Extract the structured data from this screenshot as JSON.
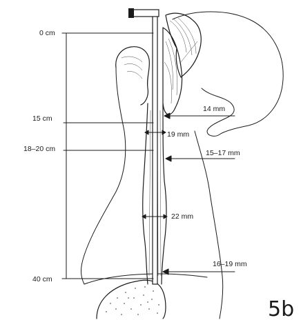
{
  "figure_label": "5b",
  "depth_marks": [
    {
      "id": "0",
      "label": "0 cm"
    },
    {
      "id": "15",
      "label": "15 cm"
    },
    {
      "id": "18-20",
      "label": "18–20 cm"
    },
    {
      "id": "40",
      "label": "40 cm"
    }
  ],
  "diameter_marks": [
    {
      "id": "a",
      "label": "14 mm"
    },
    {
      "id": "b",
      "label": "19 mm"
    },
    {
      "id": "c",
      "label": "15–17 mm"
    },
    {
      "id": "d",
      "label": "22 mm"
    },
    {
      "id": "e",
      "label": "16–19 mm"
    }
  ],
  "colors": {
    "ink": "#1a1a1a",
    "background": "#ffffff"
  }
}
